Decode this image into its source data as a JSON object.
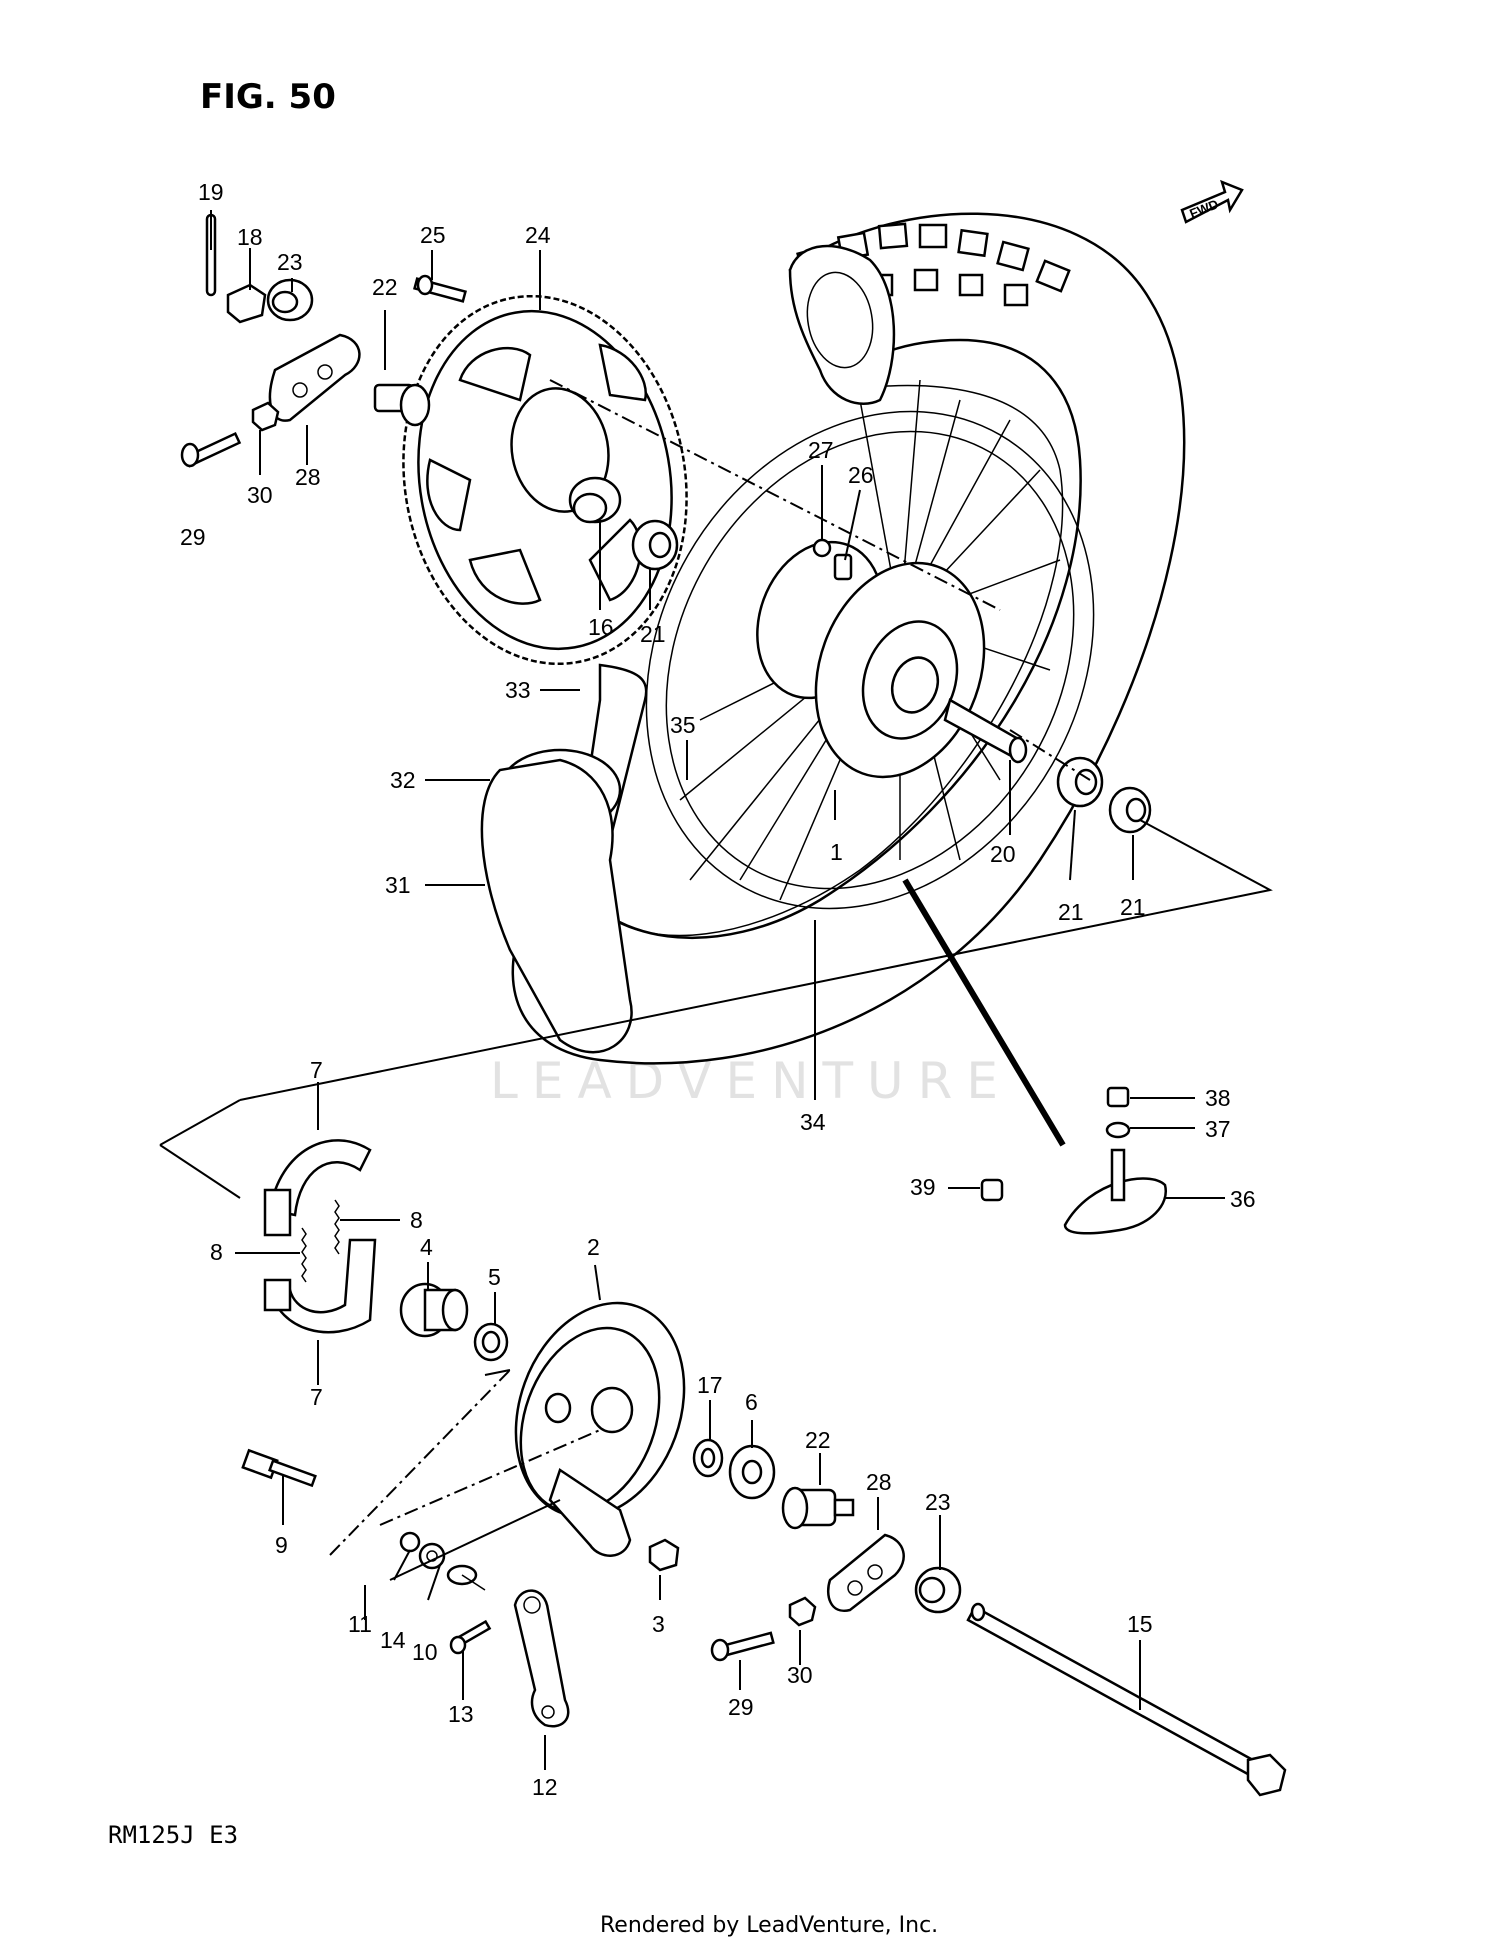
{
  "figure": {
    "title": "FIG. 50",
    "fwd": "FWD",
    "model": "RM125J E3",
    "footer": "Rendered by LeadVenture, Inc.",
    "watermark": "LEADVENTURE"
  },
  "callouts": [
    "1",
    "2",
    "3",
    "4",
    "5",
    "6",
    "7",
    "8",
    "9",
    "10",
    "11",
    "12",
    "13",
    "14",
    "15",
    "16",
    "17",
    "18",
    "19",
    "20",
    "21",
    "22",
    "23",
    "24",
    "25",
    "26",
    "27",
    "28",
    "29",
    "30",
    "31",
    "32",
    "33",
    "34",
    "35",
    "36",
    "37",
    "38",
    "39"
  ]
}
